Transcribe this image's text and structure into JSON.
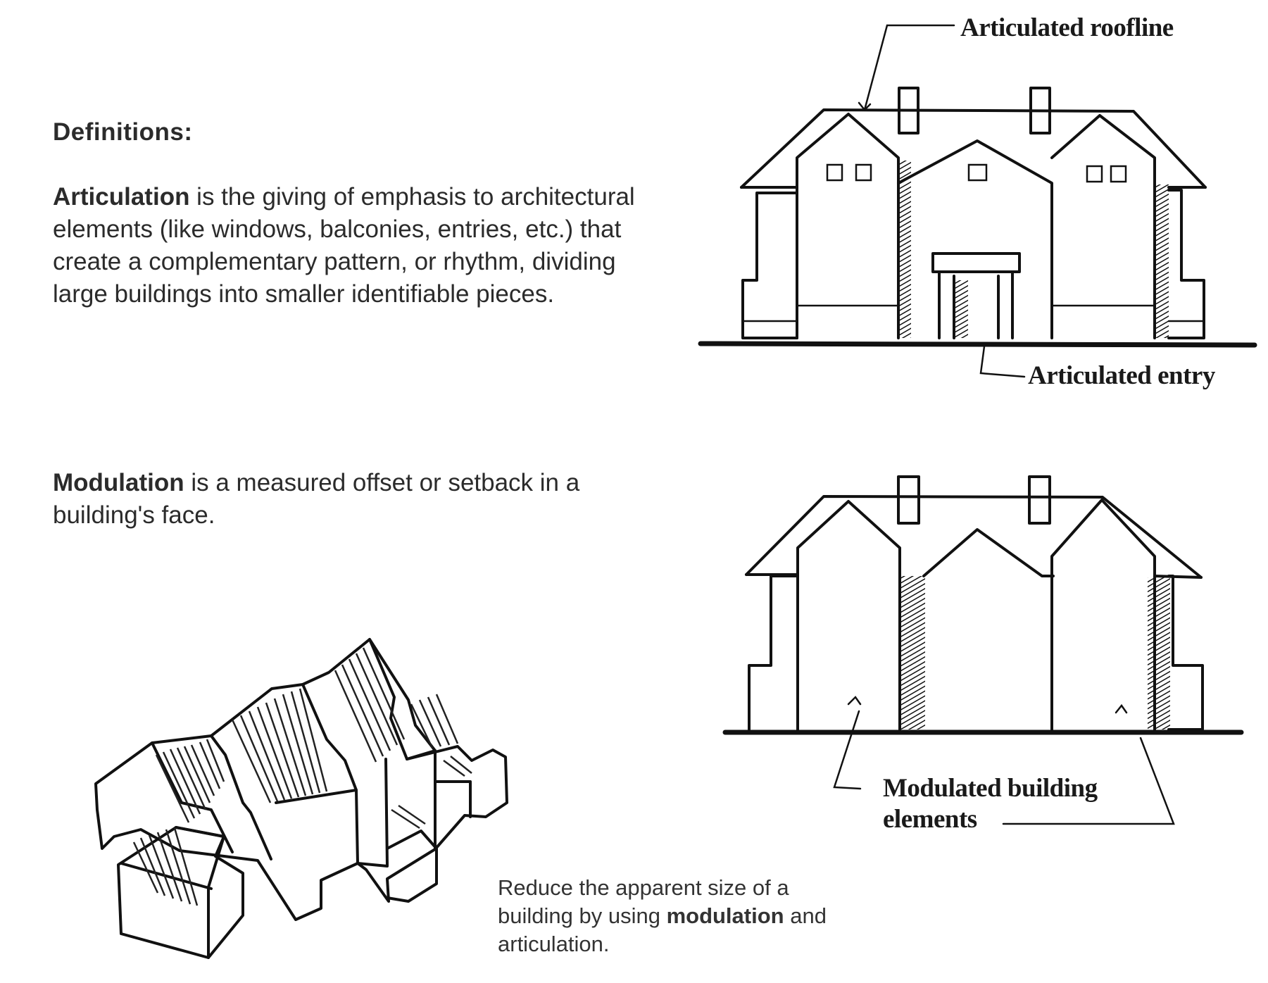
{
  "definitions": {
    "heading": "Definitions:",
    "articulation_term": "Articulation",
    "articulation_text": " is the giving of emphasis to architectural elements (like windows, balconies, entries, etc.) that create a complementary pattern, or  rhythm, dividing large buildings into smaller identifiable pieces.",
    "modulation_term": "Modulation",
    "modulation_text": " is a measured offset or setback in a building's face."
  },
  "labels": {
    "roofline": "Articulated roofline",
    "entry": "Articulated entry",
    "modulated_line1": "Modulated building",
    "modulated_line2": "elements"
  },
  "caption": {
    "part1": "Reduce the apparent size of a building by using ",
    "term1": "modulation",
    "part2": " and articulation."
  }
}
